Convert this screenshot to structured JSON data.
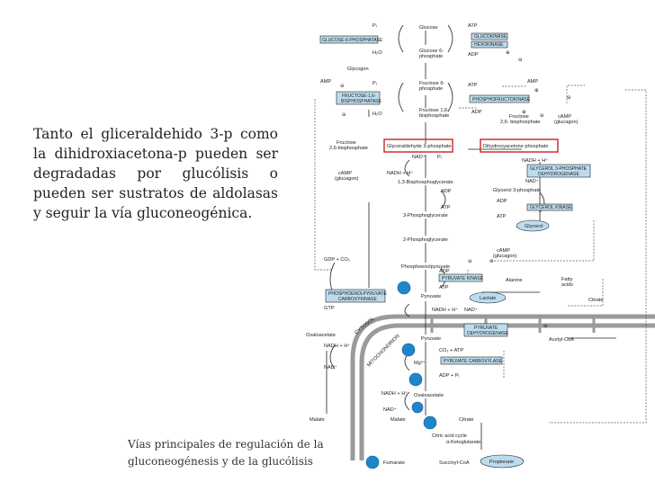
{
  "slide": {
    "paragraph": "Tanto el gliceraldehido 3-p como la dihidroxiacetona-p pueden ser degradadas por glucólisis o pueden ser sustratos de aldolasas y seguir la vía gluconeogénica.",
    "caption_line1": "Vías principales de regulación de la",
    "caption_line2": "gluconeogénesis y de la glucólisis"
  },
  "diagram": {
    "metabolites": {
      "glucose": "Glucose",
      "g6p_1": "Glucose 6-",
      "g6p_2": "phosphate",
      "glycogen": "Glycogen",
      "f6p_1": "Fructose 6-",
      "f6p_2": "phosphate",
      "f16bp_1": "Fructose 1,6-",
      "f16bp_2": "bisphosphate",
      "f26bp_l1": "Fructose",
      "f26bp_l2": "2,6-bisphosphate",
      "f26bp_r1": "Fructose",
      "f26bp_r2": "2,6- bisphosphate",
      "camp_l1": "cAMP",
      "camp_l2": "(glucagon)",
      "camp_r1": "cAMP",
      "camp_r2": "(glucagon)",
      "gap": "Glyceraldehyde 3-phosphate",
      "dhap": "Dihydroxyacetone phosphate",
      "bpg": "1,3-Bisphosphoglycerate",
      "pg3": "3-Phosphoglycerate",
      "pg2": "2-Phosphoglycerate",
      "pep": "Phosphoenolpyruvate",
      "glycerol3p": "Glycerol 3-phosphate",
      "glycerol": "Glycerol",
      "camp_m1": "cAMP",
      "camp_m2": "(glucagon)",
      "alanine": "Alanine",
      "lactate": "Lactate",
      "pyruvate": "Pyruvate",
      "pyruvate_mito": "Pyruvate",
      "oxaloacetate_cyt": "Oxaloacetate",
      "oxaloacetate_mito": "Oxaloacetate",
      "malate_cyt": "Malate",
      "malate_mito": "Malate",
      "citrate": "Citrate",
      "citrate_top": "Citrate",
      "fatty_acids_1": "Fatty",
      "fatty_acids_2": "acids",
      "acetyl_coa": "Acetyl-CoA",
      "akg": "α-Ketoglutarate",
      "succinyl_coa": "Succinyl-CoA",
      "fumarate": "Fumarate",
      "propionate": "Propionate",
      "cac": "Citric acid cycle",
      "cytosol": "CYTOSOL",
      "mitochondrion": "MITOCHONDRION"
    },
    "cofactors": {
      "pi_1": "Pᵢ",
      "h2o_1": "H₂O",
      "atp_1": "ATP",
      "adp_1": "ADP",
      "amp_1": "AMP",
      "pi_2": "Pᵢ",
      "h2o_2": "H₂O",
      "atp_2": "ATP",
      "adp_2": "ADP",
      "amp_2": "AMP",
      "nad_1": "NAD⁺",
      "pi_3": "Pᵢ",
      "nadh_1": "NADH + H⁺",
      "nadh_2": "NADH + H⁺",
      "nad_2": "NAD⁺",
      "adp_3": "ADP",
      "atp_3": "ATP",
      "adp_4": "ADP",
      "atp_4": "ATP",
      "adp_5": "ADP",
      "atp_5": "ATP",
      "gdp_co2": "GDP + CO₂",
      "gtp": "GTP",
      "nadh_3": "NADH + H⁺",
      "nad_3": "NAD⁺",
      "nadh_4": "NADH + H⁺",
      "nad_4": "NAD⁺",
      "co2_atp": "CO₂ + ATP",
      "mg": "Mg²⁺",
      "adp_pi": "ADP + Pᵢ",
      "nadh_5": "NADH + H⁺",
      "nad_5": "NAD⁺"
    },
    "enzymes": {
      "g6pase": "GLUCOSE-6-PHOSPHATASE",
      "glucokinase": "GLUCOKINASE",
      "hexokinase": "HEXOKINASE",
      "fbpase_1": "FRUCTOSE-1,6-",
      "fbpase_2": "BISPHOSPHATASE",
      "pfk": "PHOSPHOFRUCTOKINASE",
      "g3pdh_1": "GLYCEROL 3-PHOSPHATE",
      "g3pdh_2": "DEHYDROGENASE",
      "glycerol_kinase": "GLYCEROL KINASE",
      "pyruvate_kinase": "PYRUVATE KINASE",
      "pepck_1": "PHOSPHOENOLPYRUVATE",
      "pepck_2": "CARBOXYKINASE",
      "pdh_1": "PYRUVATE",
      "pdh_2": "DEHYDROGENASE",
      "pyruvate_carboxylase": "PYRUVATE CARBOXYLASE"
    },
    "signs": {
      "minus": "⊖",
      "plus": "⊕"
    },
    "colors": {
      "enzyme_fill": "#bcdcee",
      "highlight": "#cc2222",
      "regulation_dot": "#1f86c9",
      "membrane": "#9a9a9a"
    }
  }
}
